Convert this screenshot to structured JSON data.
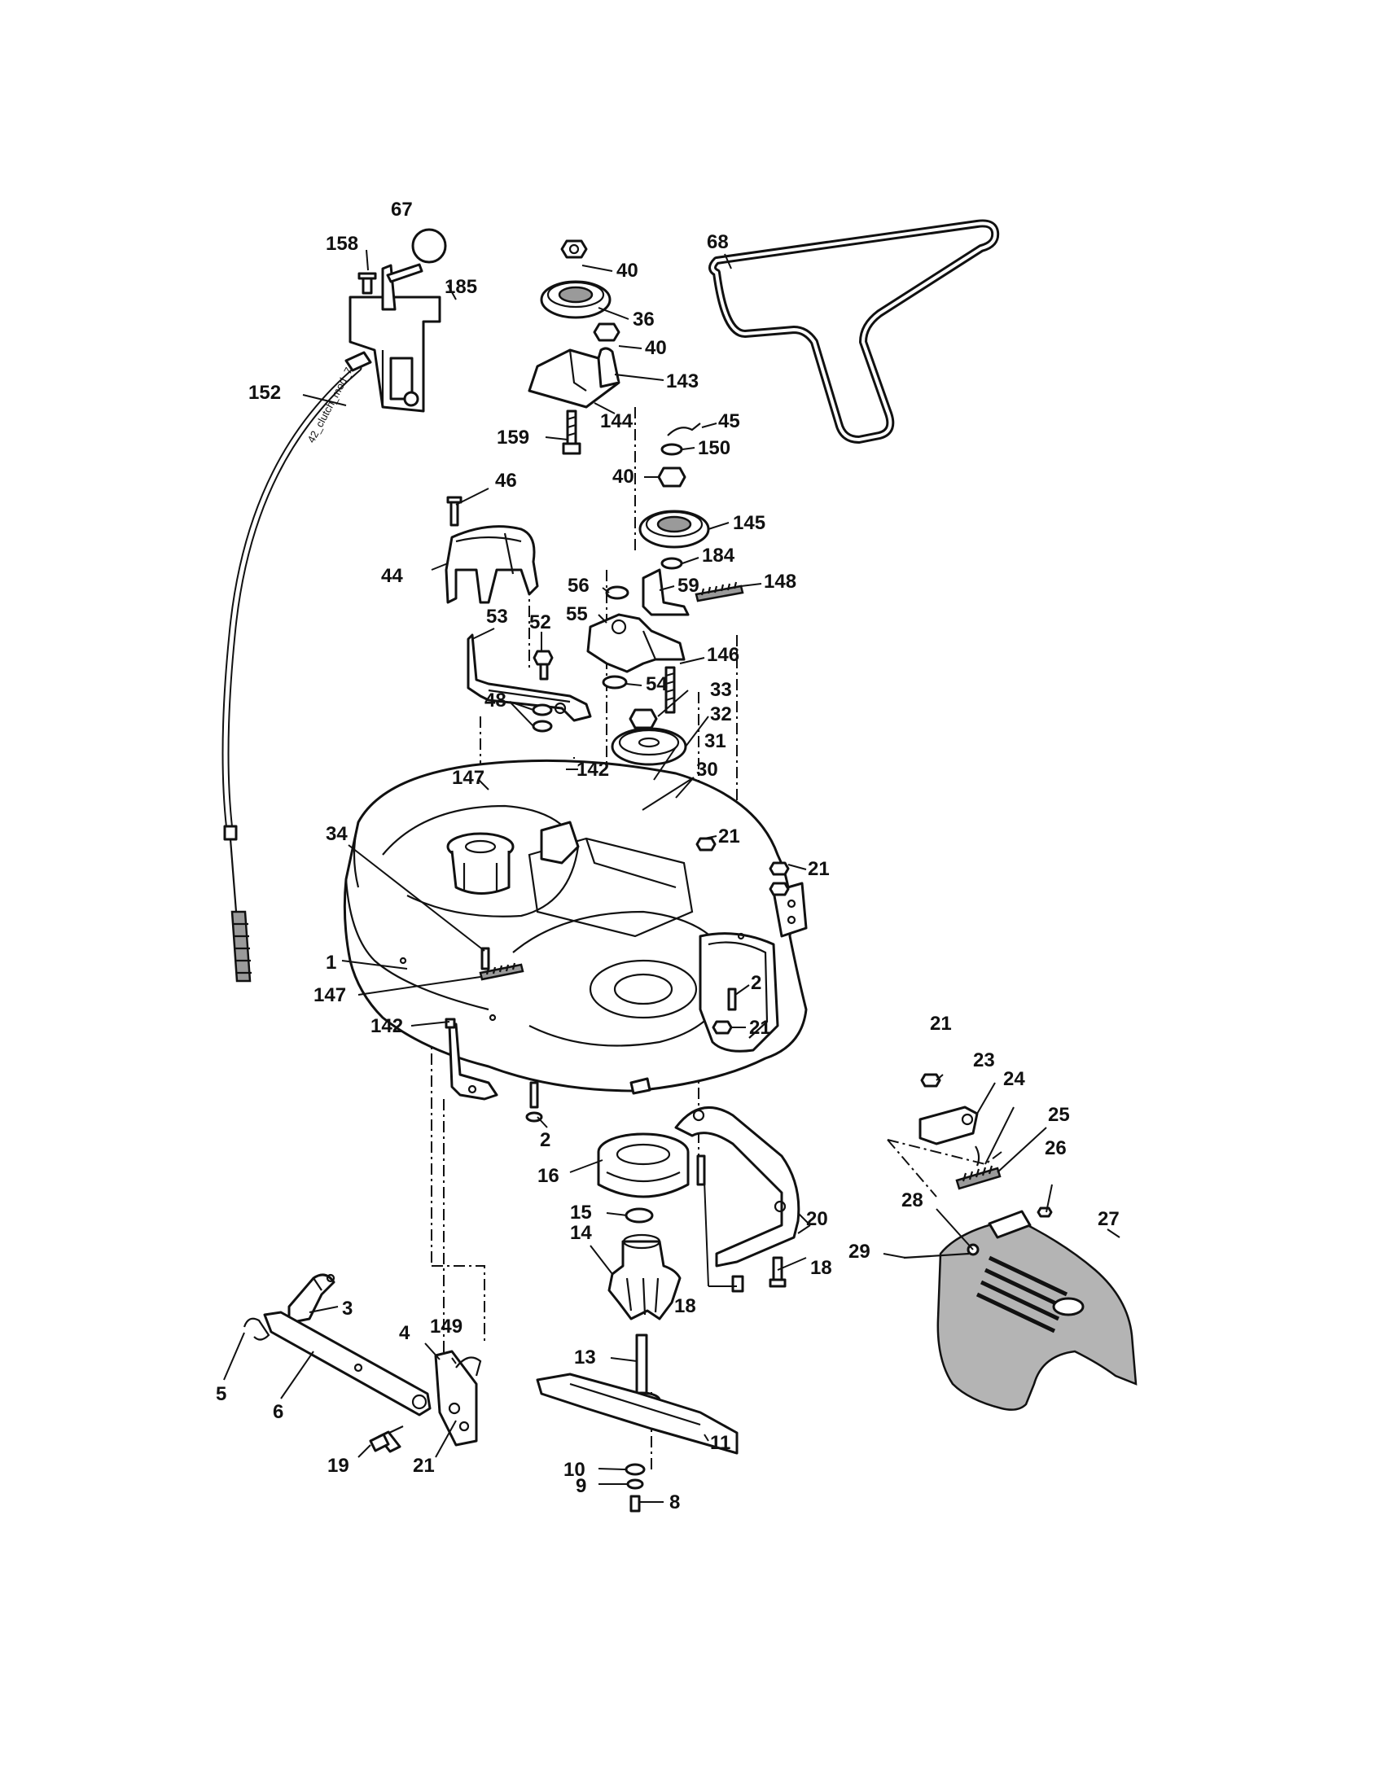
{
  "callouts": [
    {
      "id": "c67",
      "text": "67"
    },
    {
      "id": "c158",
      "text": "158"
    },
    {
      "id": "c185",
      "text": "185"
    },
    {
      "id": "c152",
      "text": "152"
    },
    {
      "id": "c40a",
      "text": "40"
    },
    {
      "id": "c36",
      "text": "36"
    },
    {
      "id": "c40b",
      "text": "40"
    },
    {
      "id": "c143",
      "text": "143"
    },
    {
      "id": "c144",
      "text": "144"
    },
    {
      "id": "c159",
      "text": "159"
    },
    {
      "id": "c68",
      "text": "68"
    },
    {
      "id": "c45",
      "text": "45"
    },
    {
      "id": "c150",
      "text": "150"
    },
    {
      "id": "c40c",
      "text": "40"
    },
    {
      "id": "c145",
      "text": "145"
    },
    {
      "id": "c184",
      "text": "184"
    },
    {
      "id": "c46",
      "text": "46"
    },
    {
      "id": "c44",
      "text": "44"
    },
    {
      "id": "c56",
      "text": "56"
    },
    {
      "id": "c59",
      "text": "59"
    },
    {
      "id": "c148",
      "text": "148"
    },
    {
      "id": "c55",
      "text": "55"
    },
    {
      "id": "c53",
      "text": "53"
    },
    {
      "id": "c52",
      "text": "52"
    },
    {
      "id": "c146",
      "text": "146"
    },
    {
      "id": "c54",
      "text": "54"
    },
    {
      "id": "c33",
      "text": "33"
    },
    {
      "id": "c48",
      "text": "48"
    },
    {
      "id": "c32",
      "text": "32"
    },
    {
      "id": "c31",
      "text": "31"
    },
    {
      "id": "c147a",
      "text": "147"
    },
    {
      "id": "c142a",
      "text": "142"
    },
    {
      "id": "c30",
      "text": "30"
    },
    {
      "id": "c34",
      "text": "34"
    },
    {
      "id": "c21a",
      "text": "21"
    },
    {
      "id": "c21b",
      "text": "21"
    },
    {
      "id": "c1",
      "text": "1"
    },
    {
      "id": "c147b",
      "text": "147"
    },
    {
      "id": "c2a",
      "text": "2"
    },
    {
      "id": "c21c",
      "text": "21"
    },
    {
      "id": "c142b",
      "text": "142"
    },
    {
      "id": "c21d",
      "text": "21"
    },
    {
      "id": "c23",
      "text": "23"
    },
    {
      "id": "c24",
      "text": "24"
    },
    {
      "id": "c25",
      "text": "25"
    },
    {
      "id": "c2b",
      "text": "2"
    },
    {
      "id": "c16",
      "text": "16"
    },
    {
      "id": "c26",
      "text": "26"
    },
    {
      "id": "c15",
      "text": "15"
    },
    {
      "id": "c20",
      "text": "20"
    },
    {
      "id": "c28",
      "text": "28"
    },
    {
      "id": "c27",
      "text": "27"
    },
    {
      "id": "c14",
      "text": "14"
    },
    {
      "id": "c18a",
      "text": "18"
    },
    {
      "id": "c29",
      "text": "29"
    },
    {
      "id": "c18b",
      "text": "18"
    },
    {
      "id": "c3",
      "text": "3"
    },
    {
      "id": "c149",
      "text": "149"
    },
    {
      "id": "c4",
      "text": "4"
    },
    {
      "id": "c13",
      "text": "13"
    },
    {
      "id": "c5",
      "text": "5"
    },
    {
      "id": "c6",
      "text": "6"
    },
    {
      "id": "c11",
      "text": "11"
    },
    {
      "id": "c19",
      "text": "19"
    },
    {
      "id": "c21e",
      "text": "21"
    },
    {
      "id": "c10",
      "text": "10"
    },
    {
      "id": "c9",
      "text": "9"
    },
    {
      "id": "c8",
      "text": "8"
    }
  ],
  "cable_label": "42_clutch_mod_7",
  "colors": {
    "ink": "#111111",
    "paper": "#ffffff",
    "shade": "#9a9a9a"
  }
}
